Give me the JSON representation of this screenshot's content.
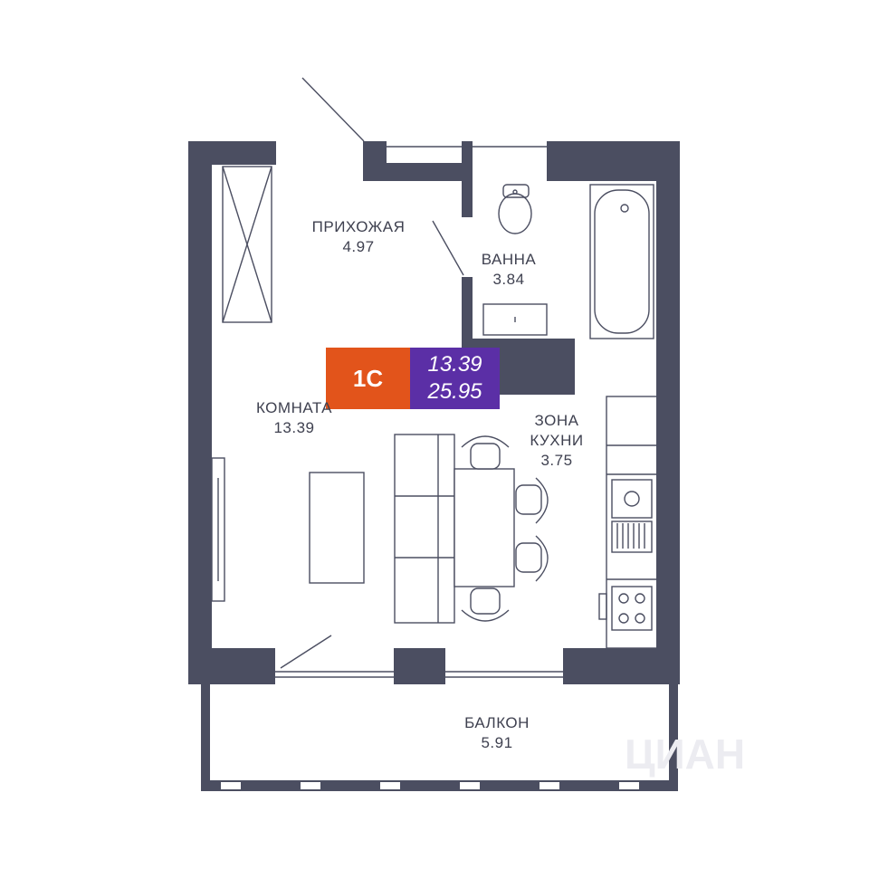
{
  "colors": {
    "wall": "#4b4e61",
    "line": "#4b4e61",
    "badge_type_bg": "#e2541b",
    "badge_area_bg": "#5b2fa6",
    "text": "#3f4150",
    "floor": "#ffffff"
  },
  "badge": {
    "type": "1С",
    "living_area": "13.39",
    "total_area": "25.95"
  },
  "rooms": {
    "hallway": {
      "name": "ПРИХОЖАЯ",
      "area": "4.97"
    },
    "bathroom": {
      "name": "ВАННА",
      "area": "3.84"
    },
    "room": {
      "name": "КОМНАТА",
      "area": "13.39"
    },
    "kitchen": {
      "name_line1": "ЗОНА",
      "name_line2": "КУХНИ",
      "area": "3.75"
    },
    "balcony": {
      "name": "БАЛКОН",
      "area": "5.91"
    }
  },
  "watermark": {
    "text": "ЦИАН"
  },
  "fixtures": [
    "wardrobe",
    "toilet",
    "bathtub",
    "washbasin",
    "sofa",
    "table",
    "chairs",
    "carpet",
    "kitchen-sink",
    "cooktop",
    "radiator",
    "balcony-door"
  ]
}
